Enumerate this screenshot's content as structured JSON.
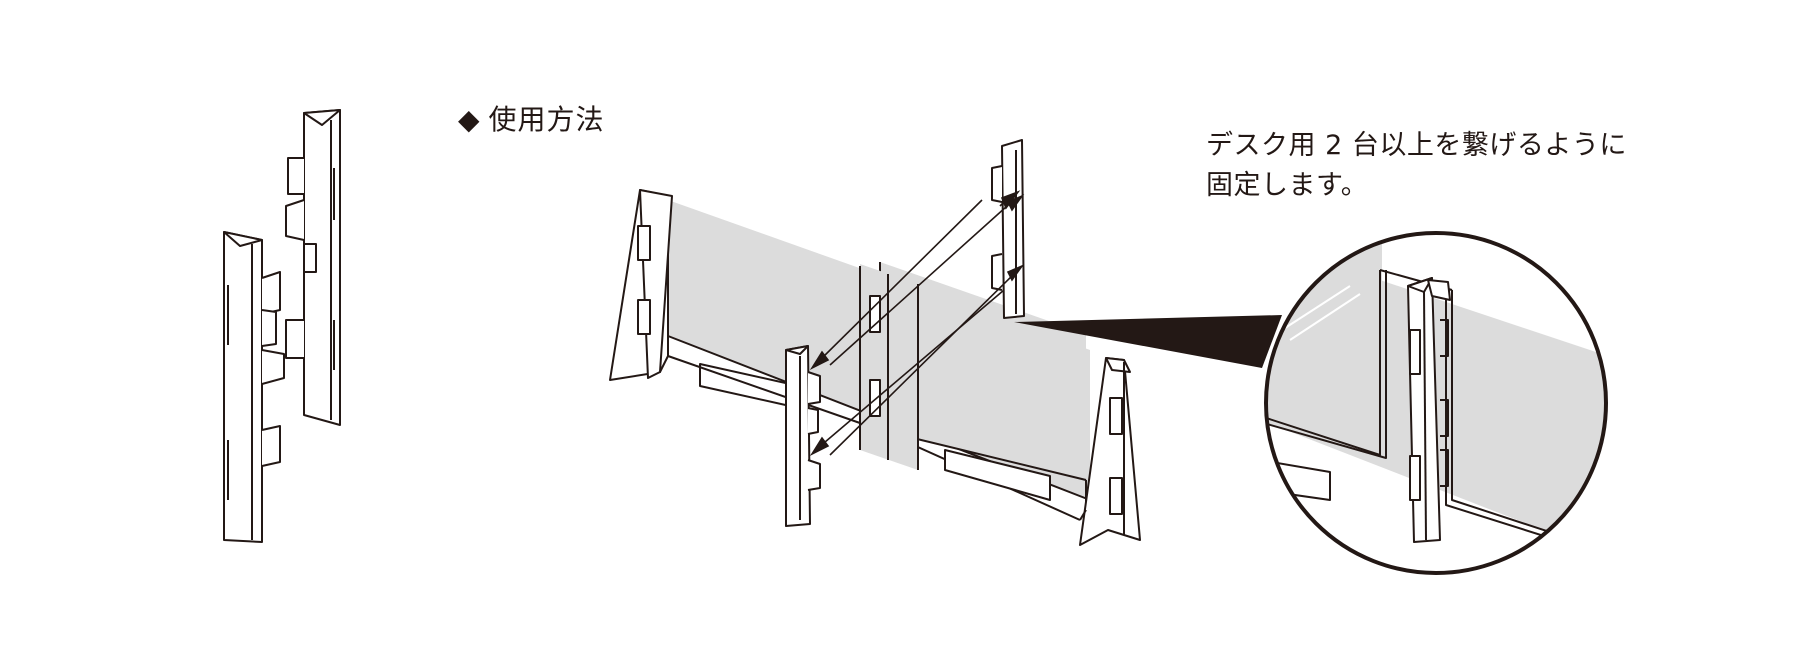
{
  "section_title": {
    "mark": "◆",
    "text": "使用方法"
  },
  "caption": {
    "line1": "デスク用 2 台以上を繋げるように",
    "line2": "固定します。"
  },
  "colors": {
    "ink": "#231815",
    "panel_fill": "#dcdcdc",
    "background": "#ffffff"
  }
}
